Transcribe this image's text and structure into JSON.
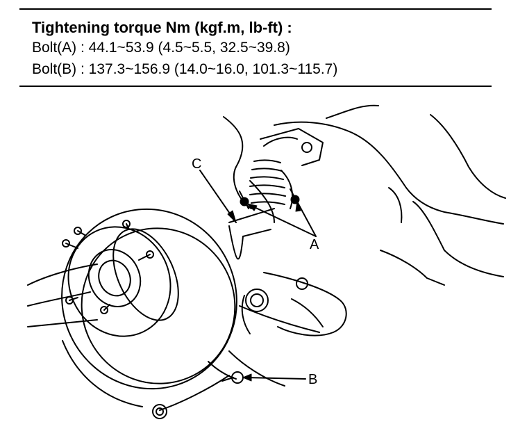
{
  "spec": {
    "title": "Tightening torque Nm (kgf.m, lb-ft) :",
    "bolt_a": "Bolt(A) : 44.1~53.9 (4.5~5.5, 32.5~39.8)",
    "bolt_b": "Bolt(B) : 137.3~156.9 (14.0~16.0, 101.3~115.7)"
  },
  "callouts": {
    "a": "A",
    "b": "B",
    "c": "C"
  }
}
